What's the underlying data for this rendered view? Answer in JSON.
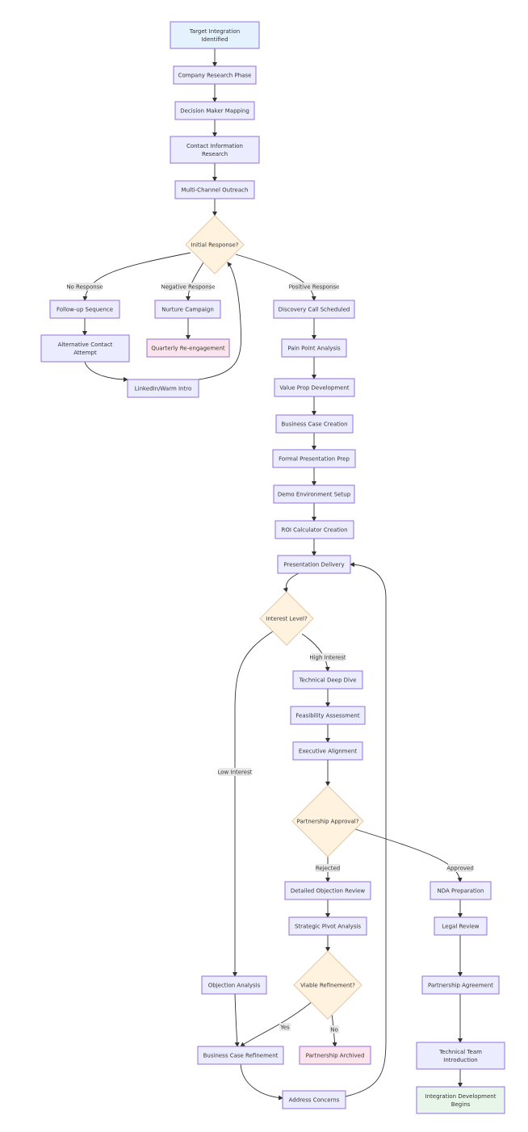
{
  "nodes": {
    "target": {
      "label": [
        "Target Integration",
        "Identified"
      ]
    },
    "company_research": {
      "label": [
        "Company Research Phase"
      ]
    },
    "decision_maker": {
      "label": [
        "Decision Maker Mapping"
      ]
    },
    "contact_info": {
      "label": [
        "Contact Information",
        "Research"
      ]
    },
    "multichannel": {
      "label": [
        "Multi-Channel Outreach"
      ]
    },
    "initial_response": {
      "label": [
        "Initial Response?"
      ]
    },
    "followup": {
      "label": [
        "Follow-up Sequence"
      ]
    },
    "alt_contact": {
      "label": [
        "Alternative Contact",
        "Attempt"
      ]
    },
    "linkedin": {
      "label": [
        "LinkedIn/Warm Intro"
      ]
    },
    "nurture": {
      "label": [
        "Nurture Campaign"
      ]
    },
    "quarterly": {
      "label": [
        "Quarterly Re-engagement"
      ]
    },
    "discovery": {
      "label": [
        "Discovery Call Scheduled"
      ]
    },
    "pain_point": {
      "label": [
        "Pain Point Analysis"
      ]
    },
    "value_prop": {
      "label": [
        "Value Prop Development"
      ]
    },
    "business_case": {
      "label": [
        "Business Case Creation"
      ]
    },
    "presentation_prep": {
      "label": [
        "Formal Presentation Prep"
      ]
    },
    "demo_env": {
      "label": [
        "Demo Environment Setup"
      ]
    },
    "roi_calc": {
      "label": [
        "ROI Calculator Creation"
      ]
    },
    "presentation_delivery": {
      "label": [
        "Presentation Delivery"
      ]
    },
    "interest_level": {
      "label": [
        "Interest Level?"
      ]
    },
    "tech_deep_dive": {
      "label": [
        "Technical Deep Dive"
      ]
    },
    "feasibility": {
      "label": [
        "Feasibility Assessment"
      ]
    },
    "exec_alignment": {
      "label": [
        "Executive Alignment"
      ]
    },
    "partnership_approval": {
      "label": [
        "Partnership Approval?"
      ]
    },
    "objection_review": {
      "label": [
        "Detailed Objection Review"
      ]
    },
    "strategic_pivot": {
      "label": [
        "Strategic Pivot Analysis"
      ]
    },
    "viable_refinement": {
      "label": [
        "Viable Refinement?"
      ]
    },
    "objection_analysis": {
      "label": [
        "Objection Analysis"
      ]
    },
    "bc_refinement": {
      "label": [
        "Business Case Refinement"
      ]
    },
    "partnership_archived": {
      "label": [
        "Partnership Archived"
      ]
    },
    "address_concerns": {
      "label": [
        "Address Concerns"
      ]
    },
    "nda_prep": {
      "label": [
        "NDA Preparation"
      ]
    },
    "legal_review": {
      "label": [
        "Legal Review"
      ]
    },
    "partnership_agreement": {
      "label": [
        "Partnership Agreement"
      ]
    },
    "tech_team_intro": {
      "label": [
        "Technical Team",
        "Introduction"
      ]
    },
    "integration_dev": {
      "label": [
        "Integration Development",
        "Begins"
      ]
    }
  },
  "edge_labels": {
    "no_response": "No Response",
    "negative_response": "Negative Response",
    "positive_response": "Positive Response",
    "high_interest": "High Interest",
    "low_interest": "Low Interest",
    "rejected": "Rejected",
    "approved": "Approved",
    "yes": "Yes",
    "no": "No"
  },
  "colors": {
    "default_fill": "#ECECFF",
    "border": "#9370DB",
    "start_fill": "#E3F2FD",
    "decision_fill": "#FFF3E0",
    "archived_fill": "#FCE4EC",
    "end_fill": "#E8F5E9",
    "edge": "#333333",
    "edge_label_bg": "#e8e8e8"
  }
}
